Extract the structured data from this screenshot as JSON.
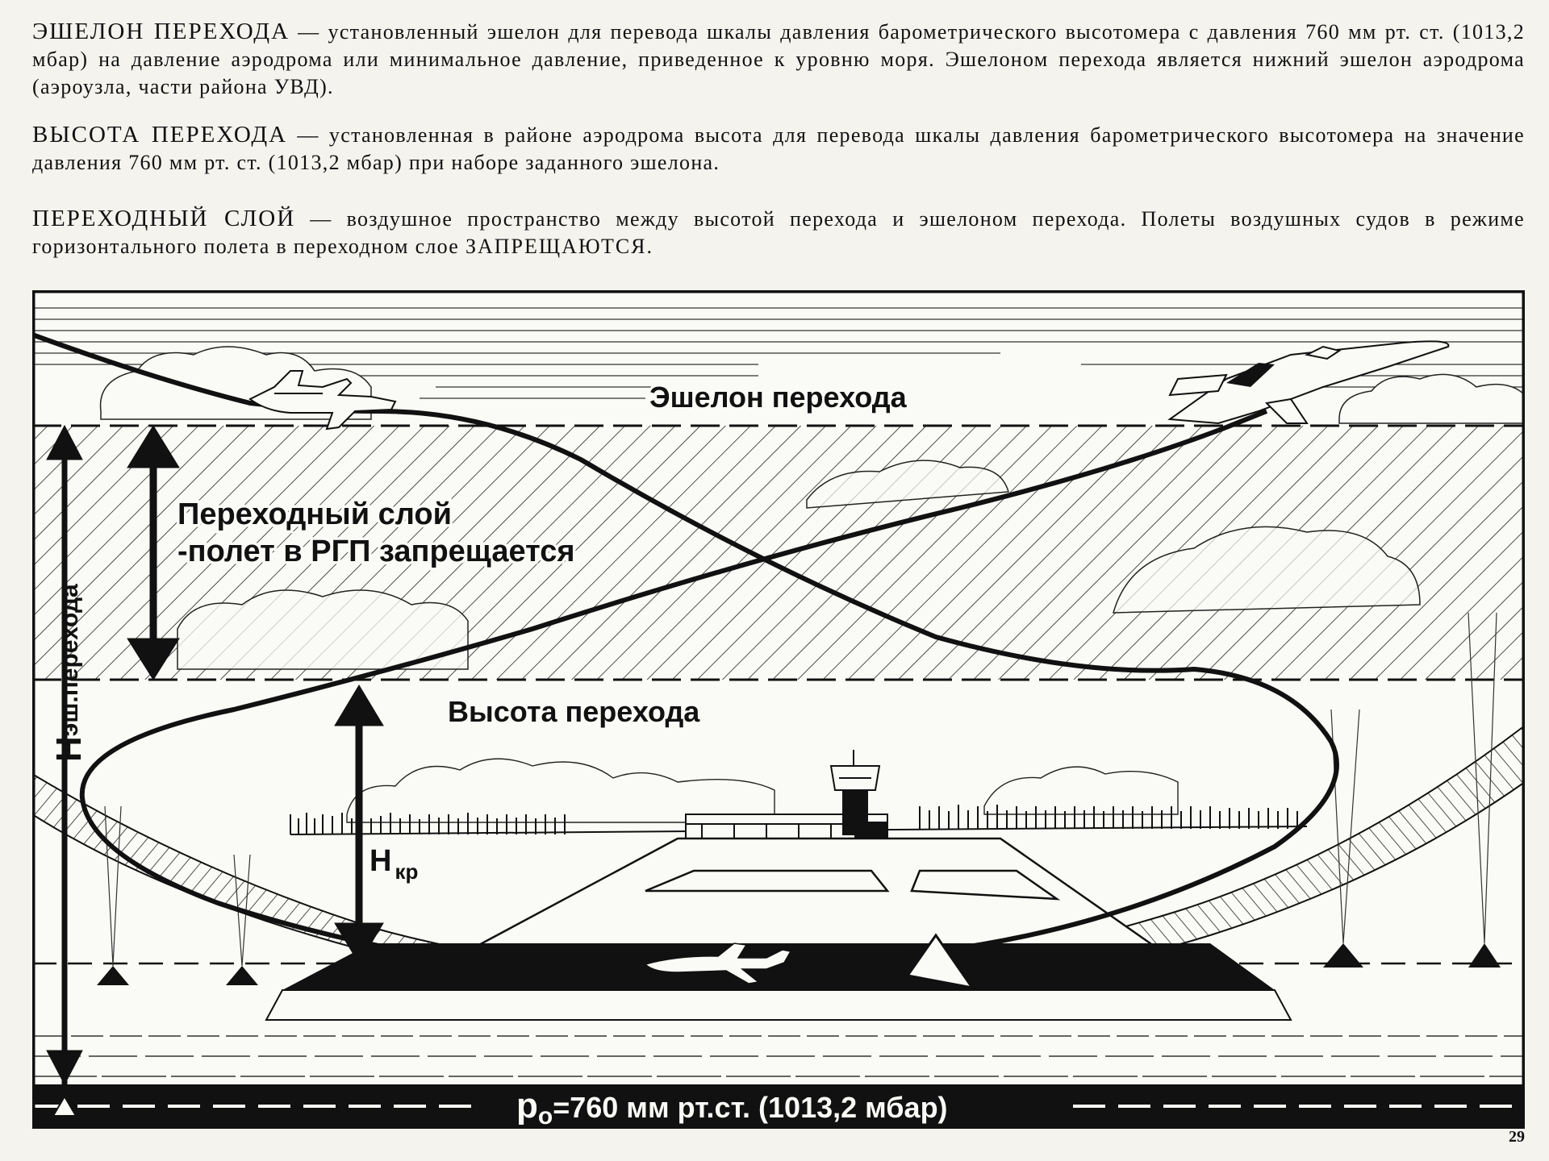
{
  "definitions": [
    {
      "term": "ЭШЕЛОН ПЕРЕХОДА",
      "text": " — установленный эшелон для перевода шкалы давления барометрического высотомера с давления 760 мм рт. ст. (1013,2 мбар) на давление аэродрома или минимальное давление, приведенное к уровню моря. Эшелоном перехода является нижний эшелон аэродрома (аэроузла, части района УВД)."
    },
    {
      "term": "ВЫСОТА ПЕРЕХОДА",
      "text": " — установленная в районе аэродрома высота для перевода шкалы давления барометрического высотомера на значение давления 760 мм рт. ст. (1013,2 мбар) при наборе заданного эшелона."
    },
    {
      "term": "ПЕРЕХОДНЫЙ СЛОЙ",
      "text": " — воздушное пространство между высотой перехода и эшелоном перехода. Полеты воздушных судов в режиме горизонтального полета в переходном слое ",
      "emphasis": "ЗАПРЕЩАЮТСЯ."
    }
  ],
  "diagram": {
    "transition_level_label": "Эшелон перехода",
    "transition_layer_line1": "Переходный слой",
    "transition_layer_line2": "-полет в РГП запрещается",
    "transition_altitude_label": "Высота перехода",
    "h_level_H": "Н",
    "h_level_sub": "эш.перехода",
    "h_circle_H": "Н",
    "h_circle_sub": "кр",
    "standard_pressure_p": "р",
    "standard_pressure_sub": "о",
    "standard_pressure_text": "=760 мм рт.ст. (1013,2 мбар)"
  },
  "page_number": "29"
}
